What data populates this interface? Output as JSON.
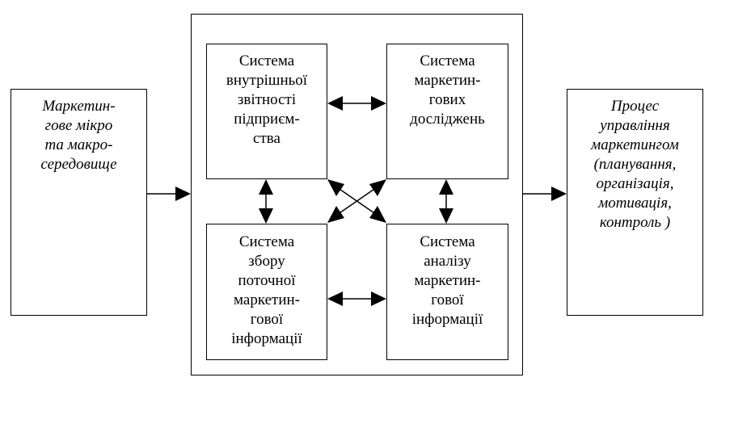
{
  "left_box": {
    "lines": [
      "Маркетин-",
      "гове мікро",
      "та макро-",
      "середовище"
    ]
  },
  "right_box": {
    "lines": [
      "Процес",
      "управління",
      "маркетингом",
      "(планування,",
      "організація,",
      "мотивація,",
      "контроль )"
    ]
  },
  "center": {
    "top_left": {
      "lines": [
        "Система",
        "внутрішньої",
        "звітності",
        "підприєм-",
        "ства"
      ]
    },
    "top_right": {
      "lines": [
        "Система",
        "маркетин-",
        "гових",
        "досліджень"
      ]
    },
    "bottom_left": {
      "lines": [
        "Система",
        "збору",
        "поточної",
        "маркетин-",
        "гової",
        "інформації"
      ]
    },
    "bottom_right": {
      "lines": [
        "Система",
        "аналізу",
        "маркетин-",
        "гової",
        "інформації"
      ]
    }
  }
}
